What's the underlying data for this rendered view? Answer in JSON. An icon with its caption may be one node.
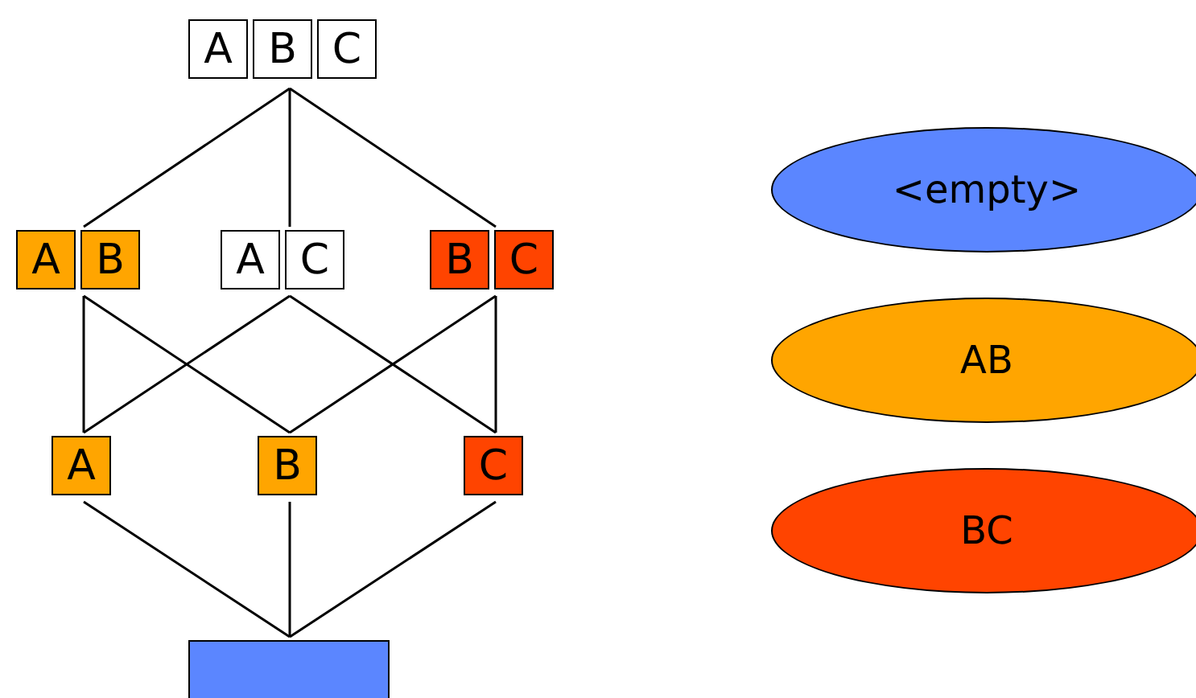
{
  "diagram": {
    "nodes": [
      {
        "text": [
          "A",
          "B",
          "C"
        ]
      },
      {
        "text": [
          "A",
          "B"
        ]
      },
      {
        "text": [
          "A",
          "C"
        ]
      },
      {
        "text": [
          "B",
          "C"
        ]
      },
      {
        "text": [
          "A"
        ]
      },
      {
        "text": [
          "B"
        ]
      },
      {
        "text": [
          "C"
        ]
      },
      {
        "text": [],
        "shape": "box"
      }
    ],
    "edges": [
      {
        "from": 0,
        "to": 1,
        "arrow": "none"
      },
      {
        "from": 0,
        "to": 2,
        "arrow": "none"
      },
      {
        "from": 0,
        "to": 3,
        "arrow": "none"
      },
      {
        "from": 1,
        "to": 4,
        "arrow": "none"
      },
      {
        "from": 1,
        "to": 5,
        "arrow": "none"
      },
      {
        "from": 2,
        "to": 4,
        "arrow": "none"
      },
      {
        "from": 2,
        "to": 6,
        "arrow": "none"
      },
      {
        "from": 3,
        "to": 5,
        "arrow": "none"
      },
      {
        "from": 3,
        "to": 6,
        "arrow": "none"
      },
      {
        "from": 4,
        "to": 7,
        "arrow": "none"
      },
      {
        "from": 5,
        "to": 7,
        "arrow": "none"
      },
      {
        "from": 6,
        "to": 7,
        "arrow": "none"
      }
    ],
    "legend": [
      {
        "text": "<empty>",
        "color": "#5b86ff"
      },
      {
        "text": "AB",
        "color": "#ffa500"
      },
      {
        "text": "BC",
        "color": "#ff4400"
      }
    ]
  }
}
